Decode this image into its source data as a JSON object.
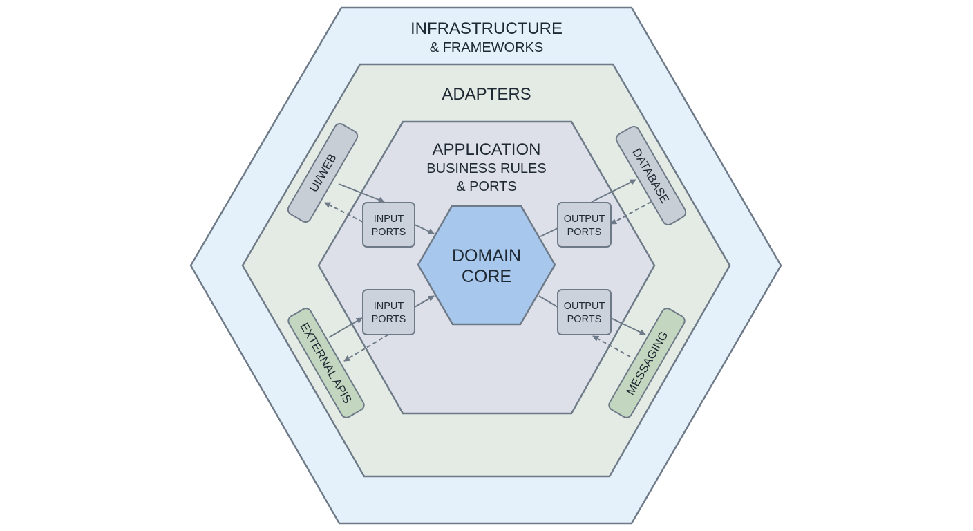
{
  "layers": {
    "infrastructure": {
      "title": "INFRASTRUCTURE",
      "subtitle": "& FRAMEWORKS"
    },
    "adapters": {
      "title": "ADAPTERS"
    },
    "application": {
      "title": "APPLICATION",
      "subtitle_line1": "BUSINESS RULES",
      "subtitle_line2": "& PORTS"
    },
    "domain": {
      "line1": "DOMAIN",
      "line2": "CORE"
    }
  },
  "ports": {
    "input_top": {
      "line1": "INPUT",
      "line2": "PORTS"
    },
    "input_bottom": {
      "line1": "INPUT",
      "line2": "PORTS"
    },
    "output_top": {
      "line1": "OUTPUT",
      "line2": "PORTS"
    },
    "output_bottom": {
      "line1": "OUTPUT",
      "line2": "PORTS"
    }
  },
  "adapters": {
    "ui_web": "UI/WEB",
    "database": "DATABASE",
    "external_apis": "EXTERNAL APIS",
    "messaging": "MESSAGING"
  },
  "colors": {
    "infrastructure_fill": "#e4f0fa",
    "adapters_fill": "#e4ebe4",
    "application_fill": "#dde0e8",
    "domain_fill": "#a7c8ec",
    "port_fill": "#ccd2db",
    "adapter_gray_fill": "#c8ced6",
    "adapter_green_fill": "#c3d6bf",
    "stroke": "#6e7a88"
  }
}
